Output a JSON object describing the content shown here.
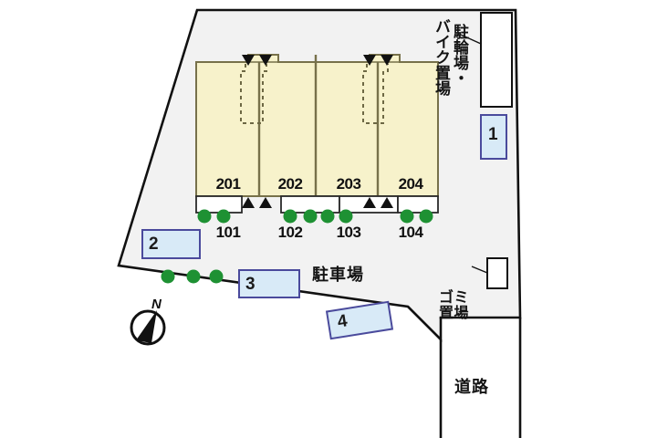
{
  "document": {
    "kind": "site-plan",
    "title": "",
    "background_color": "#ffffff"
  },
  "colors": {
    "property_fill": "#f2f2f2",
    "building_fill": "#f7f2cb",
    "building_stroke": "#77714a",
    "outline": "#111111",
    "lot_fill": "#d8eaf7",
    "lot_stroke": "#4a4a9c",
    "tree_green": "#1e9133",
    "white_box": "#ffffff",
    "text": "#141414"
  },
  "building": {
    "units": [
      {
        "upper": "201",
        "lower": "101"
      },
      {
        "upper": "202",
        "lower": "102"
      },
      {
        "upper": "203",
        "lower": "103"
      },
      {
        "upper": "204",
        "lower": "104"
      }
    ]
  },
  "labels": {
    "bicycle_bike_parking": {
      "col_right": "駐輪場・",
      "col_left": "バイク置場"
    },
    "parking_lot": "駐車場",
    "garbage_area": "ゴミ置場",
    "road": "道路",
    "compass_north": "N"
  },
  "parking_spaces": [
    {
      "id": "1",
      "label": "1"
    },
    {
      "id": "2",
      "label": "2"
    },
    {
      "id": "3",
      "label": "3"
    },
    {
      "id": "4",
      "label": "4"
    }
  ],
  "markers": {
    "down_arrows_count": 4,
    "up_arrows_count": 4,
    "tree_dots_building_count": 8,
    "tree_dots_lower_count": 3
  }
}
